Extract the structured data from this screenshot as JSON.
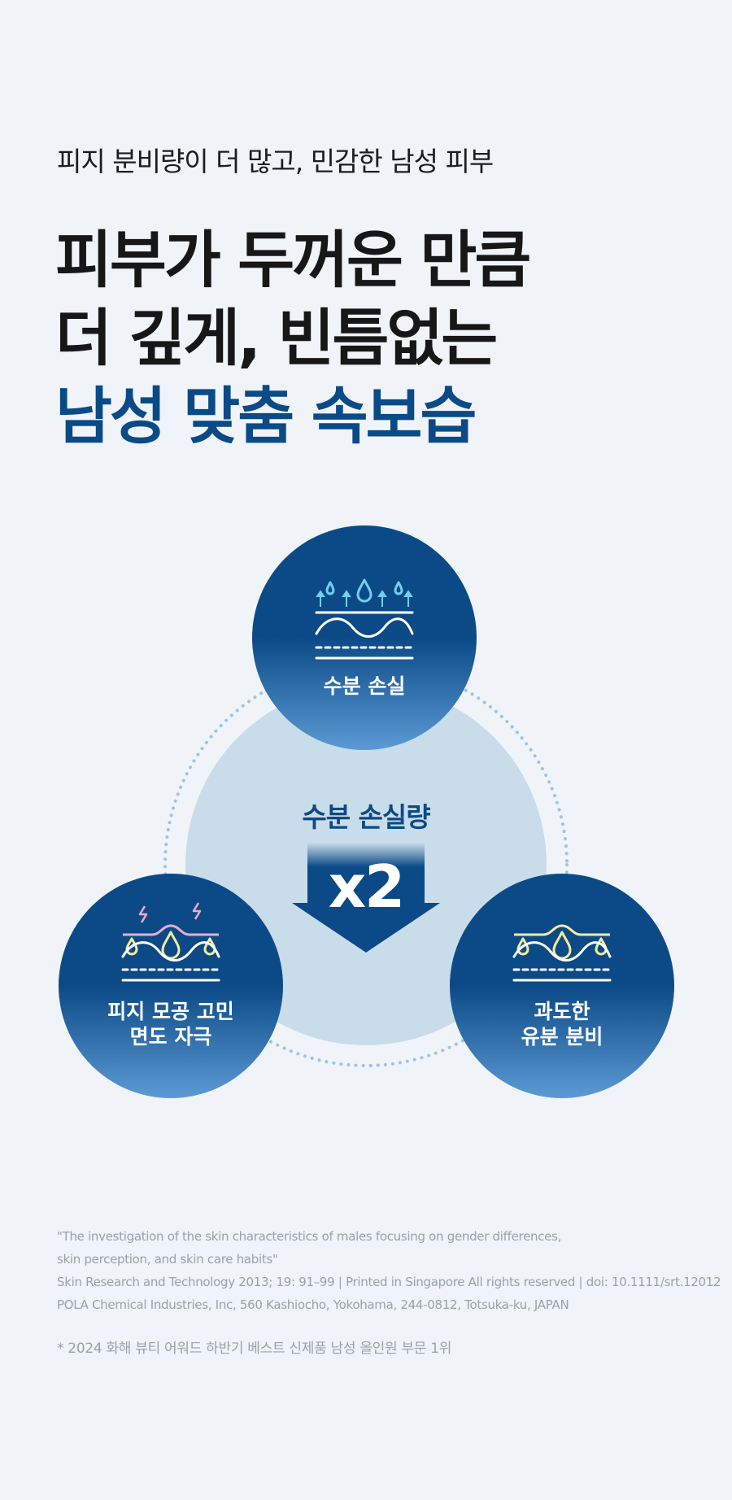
{
  "header": {
    "subtitle": "피지 분비량이 더 많고, 민감한 남성 피부",
    "headline_line1": "피부가 두꺼운 만큼",
    "headline_line2": "더 깊게, 빈틈없는",
    "headline_line3": "남성 맞춤 속보습"
  },
  "diagram": {
    "top_label": "수분 손실",
    "left_label_line1": "피지 모공 고민",
    "left_label_line2": "면도 자극",
    "right_label_line1": "과도한",
    "right_label_line2": "유분 분비",
    "center_title": "수분 손실량",
    "center_value": "x2"
  },
  "references": {
    "line1": "\"The investigation of the skin characteristics of males focusing on gender differences,",
    "line2": "skin perception, and skin care habits\"",
    "line3": "Skin Research and Technology 2013; 19: 91–99 | Printed in Singapore All rights reserved | doi: 10.1111/srt.12012",
    "line4": "POLA Chemical Industries, Inc, 560 Kashiocho, Yokohama, 244-0812, Totsuka-ku, JAPAN"
  },
  "footnote": "* 2024 화해 뷰티 어워드 하반기 베스트 신제품 남성 올인원 부문 1위",
  "colors": {
    "accent": "#0a4a86",
    "background": "#f0f4f8",
    "center_disc": "#c8dcea",
    "sebum_yellow": "#f3ec9a",
    "irritation_pink": "#f0a9c8",
    "water_cyan": "#6fd0f0"
  },
  "icons": {
    "top": "moisture-loss-icon",
    "left": "irritated-skin-icon",
    "right": "oily-skin-icon",
    "center": "arrow-down-icon"
  }
}
